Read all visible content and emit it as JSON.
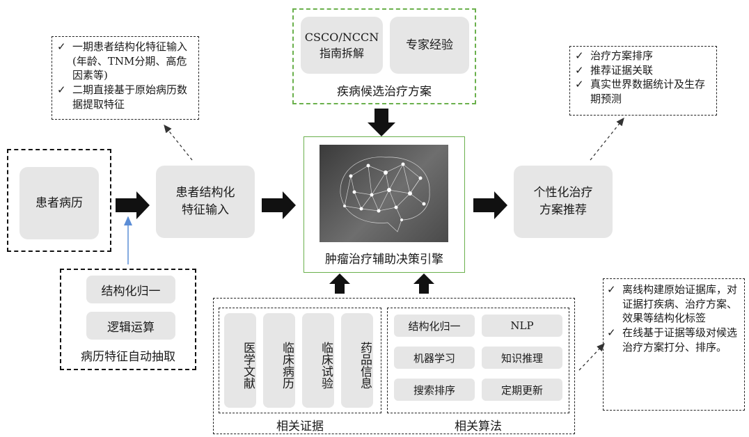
{
  "patient_record": "患者病历",
  "structured_input": "患者结构化特征输入",
  "personalized": "个性化治疗方案推荐",
  "engine_label": "肿瘤治疗辅助决策引擎",
  "candidates": {
    "guide": "CSCO/NCCN指南拆解",
    "expert": "专家经验",
    "label": "疾病候选治疗方案"
  },
  "extraction": {
    "items": [
      "结构化归一",
      "逻辑运算"
    ],
    "label": "病历特征自动抽取"
  },
  "input_note": [
    "一期患者结构化特征输入(年龄、TNM分期、高危因素等)",
    "二期直接基于原始病历数据提取特征"
  ],
  "output_note": [
    "治疗方案排序",
    "推荐证据关联",
    "真实世界数据统计及生存期预测"
  ],
  "evidence": {
    "items": [
      "医学文献",
      "临床病历",
      "临床试验",
      "药品信息"
    ],
    "label": "相关证据"
  },
  "algorithms": {
    "items": [
      "结构化归一",
      "NLP",
      "机器学习",
      "知识推理",
      "搜索排序",
      "定期更新"
    ],
    "label": "相关算法"
  },
  "algo_note": [
    "离线构建原始证据库，对证据打疾病、治疗方案、效果等结构化标签",
    "在线基于证据等级对候选治疗方案打分、排序。"
  ],
  "colors": {
    "box_fill": "#e6e6e6",
    "green_border": "#6ab04c",
    "arrow": "#111111",
    "blue_line": "#5b8dd6"
  }
}
